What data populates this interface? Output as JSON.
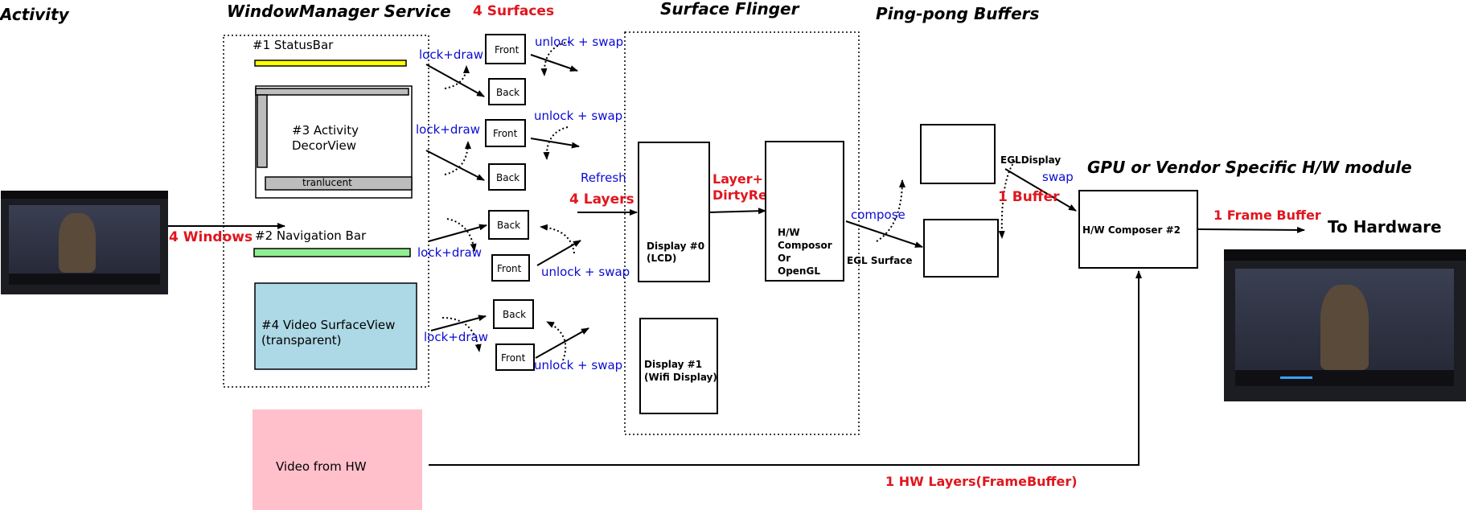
{
  "headers": {
    "activity": "Activity",
    "window_manager": "WindowManager Service",
    "surfaces_count": "4 Surfaces",
    "surface_flinger": "Surface Flinger",
    "pingpong": "Ping-pong Buffers",
    "gpu": "GPU or Vendor Specific H/W module"
  },
  "windows": {
    "status_bar": "#1 StatusBar",
    "activity_line1": "#3 Activity",
    "activity_line2": "DecorView",
    "tranlucent": "tranlucent",
    "navigation_bar": "#2 Navigation Bar",
    "video_line1": "#4 Video SurfaceView",
    "video_line2": "(transparent)"
  },
  "surface_labels": {
    "front": "Front",
    "back": "Back"
  },
  "edge_labels": {
    "windows_count": "4 Windows",
    "lock_draw": "lock+draw",
    "unlock_swap": "unlock + swap",
    "refresh": "Refresh",
    "layers_count": "4 Layers",
    "layer_dirty_line1": "Layer+",
    "layer_dirty_line2": "DirtyRegion",
    "compose": "compose",
    "egl_surface": "EGL Surface",
    "egl_display": "EGLDisplay",
    "swap": "swap",
    "one_buffer": "1 Buffer",
    "frame_buffer": "1 Frame Buffer",
    "to_hardware": "To Hardware",
    "hw_layers": "1 HW Layers(FrameBuffer)"
  },
  "displays": {
    "display0_line1": "Display #0",
    "display0_line2": "(LCD)",
    "display1_line1": "Display #1",
    "display1_line2": "(Wifi Display)",
    "hwc_line1": "H/W",
    "hwc_line2": "Composor",
    "hwc_line3": "Or",
    "hwc_line4": "OpenGL",
    "composer2": "H/W  Composer #2"
  },
  "video_hw": "Video from HW",
  "colors": {
    "status_bar": "#ffff00",
    "navigation_bar": "#90ee90",
    "video_surface": "#add8e6",
    "video_from_hw": "#ffc0cb",
    "decor_gray": "#bdbdbd",
    "blue_text": "#0b0bd6",
    "red_text": "#e0161e"
  }
}
